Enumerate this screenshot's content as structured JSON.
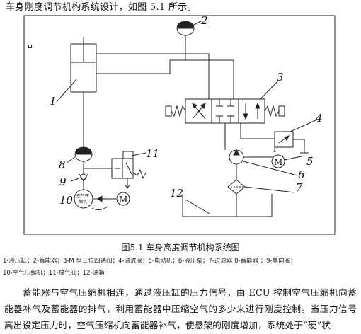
{
  "heading": "车身刚度调节机构系统设计，如图 5.1 所示。",
  "figure": {
    "callouts": [
      "1",
      "2",
      "3",
      "4",
      "5",
      "6",
      "7",
      "8",
      "9",
      "10",
      "11",
      "12"
    ],
    "compressor_label_line1": "空气压",
    "compressor_label_line2": "缩机",
    "motor_symbol": "M"
  },
  "caption": "图5.1 车身高度调节机构系统图",
  "legend": {
    "line1": "1-液压缸；2-蓄能器；3-M 型三位四通阀；4-溢流阀；5-电动机；6-液压泵；7-过滤器 8-蓄能器          ；9-单向阀；",
    "line2": "10-空气压缩机；11-放气阀；12-油箱"
  },
  "body_text": "蓄能器与空气压缩机相连，通过液压缸的压力信号，由 ECU 控制空气压缩机向蓄能器补气及蓄能器的排气，利用蓄能器中压缩空气的多少来进行刚度控制。当压力信号高出设定压力时，空气压缩机向蓄能器补气，使悬架的刚度增加，系统处于“硬”状"
}
